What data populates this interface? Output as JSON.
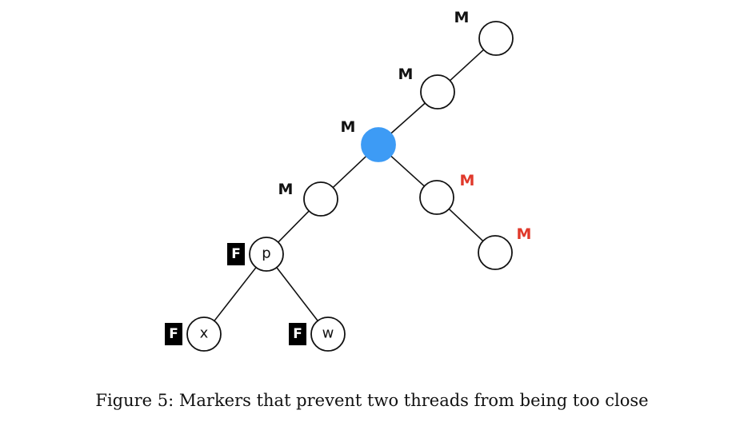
{
  "diagram": {
    "colors": {
      "marker_black": "#111111",
      "marker_red": "#e0392b",
      "highlight_node": "#3d9bf5"
    },
    "nodes": [
      {
        "id": "n-top",
        "label": "",
        "marker": "M",
        "marker_color": "black",
        "flag": ""
      },
      {
        "id": "n-upper",
        "label": "",
        "marker": "M",
        "marker_color": "black",
        "flag": ""
      },
      {
        "id": "n-current",
        "label": "",
        "marker": "M",
        "marker_color": "black",
        "flag": "",
        "highlighted": true
      },
      {
        "id": "n-left",
        "label": "",
        "marker": "M",
        "marker_color": "black",
        "flag": ""
      },
      {
        "id": "n-right1",
        "label": "",
        "marker": "M",
        "marker_color": "red",
        "flag": ""
      },
      {
        "id": "n-right2",
        "label": "",
        "marker": "M",
        "marker_color": "red",
        "flag": ""
      },
      {
        "id": "n-p",
        "label": "p",
        "marker": "",
        "marker_color": "",
        "flag": "F"
      },
      {
        "id": "n-x",
        "label": "x",
        "marker": "",
        "marker_color": "",
        "flag": "F"
      },
      {
        "id": "n-w",
        "label": "w",
        "marker": "",
        "marker_color": "",
        "flag": "F"
      }
    ],
    "edges": [
      [
        "n-top",
        "n-upper"
      ],
      [
        "n-upper",
        "n-current"
      ],
      [
        "n-current",
        "n-left"
      ],
      [
        "n-current",
        "n-right1"
      ],
      [
        "n-right1",
        "n-right2"
      ],
      [
        "n-left",
        "n-p"
      ],
      [
        "n-p",
        "n-x"
      ],
      [
        "n-p",
        "n-w"
      ]
    ]
  },
  "caption": "Figure 5: Markers that prevent two threads from being too close"
}
